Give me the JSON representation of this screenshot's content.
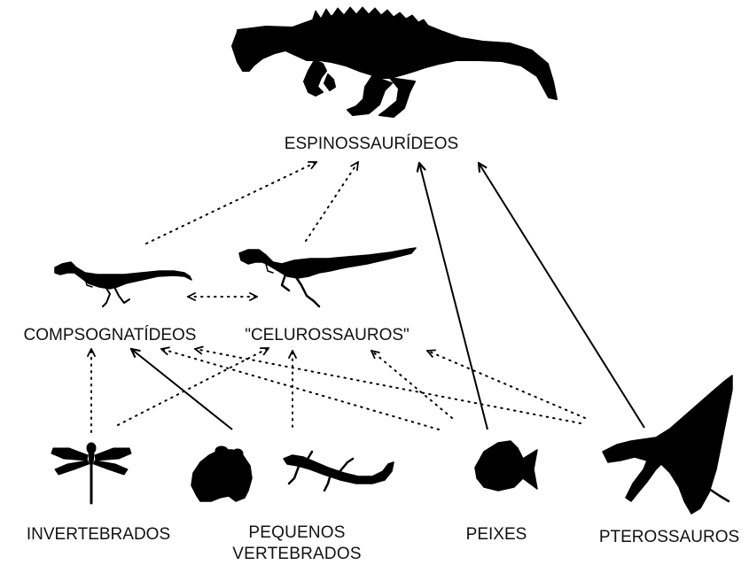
{
  "nodes": {
    "espinossaurideos": {
      "label": "ESPINOSSAURÍDEOS",
      "silhouette": "spinosaurid-silhouette"
    },
    "compsognatideos": {
      "label": "COMPSOGNATÍDEOS",
      "silhouette": "compsognathid-silhouette"
    },
    "celurossauros": {
      "label": "\"CELUROSSAUROS\"",
      "silhouette": "coelurosaur-silhouette"
    },
    "invertebrados": {
      "label": "INVERTEBRADOS",
      "silhouette": "dragonfly-silhouette"
    },
    "pequenos_vertebrados": {
      "label": "PEQUENOS VERTEBRADOS",
      "silhouettes": [
        "frog-silhouette",
        "lizard-silhouette"
      ]
    },
    "peixes": {
      "label": "PEIXES",
      "silhouette": "fish-silhouette"
    },
    "pterossauros": {
      "label": "PTEROSSAUROS",
      "silhouette": "pterosaur-silhouette"
    }
  },
  "edges": [
    {
      "from": "compsognatideos",
      "to": "espinossaurideos",
      "style": "dotted"
    },
    {
      "from": "celurossauros",
      "to": "espinossaurideos",
      "style": "dotted"
    },
    {
      "from": "peixes",
      "to": "espinossaurideos",
      "style": "solid"
    },
    {
      "from": "pterossauros",
      "to": "espinossaurideos",
      "style": "solid"
    },
    {
      "from": "compsognatideos",
      "to": "celurossauros",
      "style": "dotted",
      "bidirectional": true
    },
    {
      "from": "invertebrados",
      "to": "compsognatideos",
      "style": "dotted"
    },
    {
      "from": "pequenos_vertebrados",
      "to": "compsognatideos",
      "style": "solid"
    },
    {
      "from": "pequenos_vertebrados",
      "to": "celurossauros",
      "style": "dotted"
    },
    {
      "from": "invertebrados",
      "to": "celurossauros",
      "style": "dotted"
    },
    {
      "from": "peixes",
      "to": "compsognatideos",
      "style": "dotted"
    },
    {
      "from": "peixes",
      "to": "celurossauros",
      "style": "dotted"
    },
    {
      "from": "pterossauros",
      "to": "compsognatideos",
      "style": "dotted"
    },
    {
      "from": "pterossauros",
      "to": "celurossauros",
      "style": "dotted"
    }
  ],
  "colors": {
    "ink": "#000000",
    "text": "#111111",
    "background": "#ffffff"
  }
}
